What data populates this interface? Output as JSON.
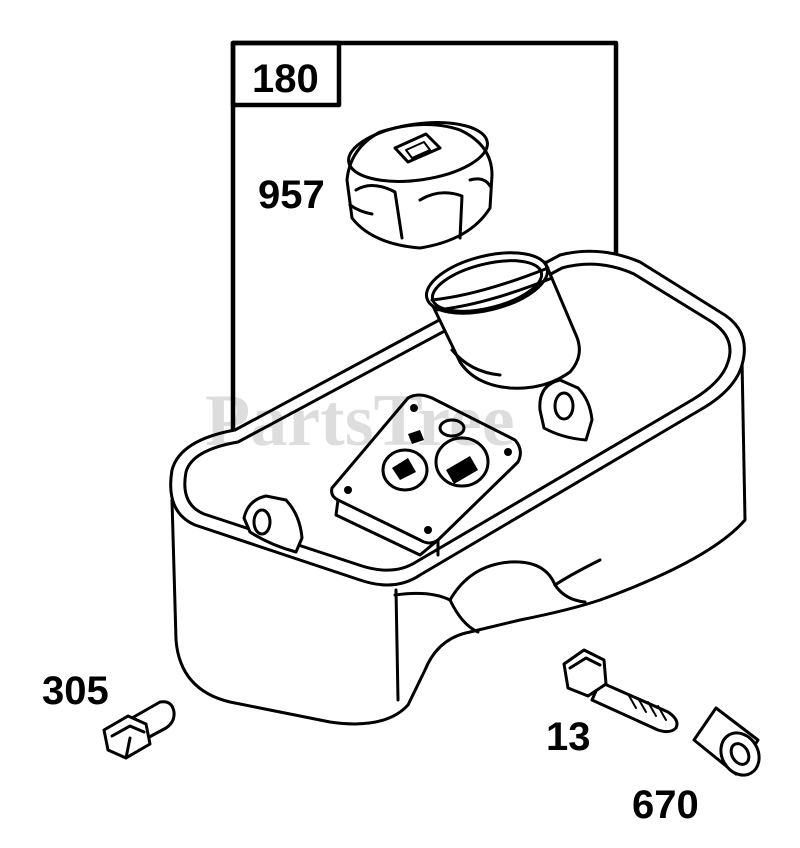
{
  "diagram": {
    "watermark": "PartsTree",
    "labels": {
      "kit_180": "180",
      "cap_957": "957",
      "screw_305": "305",
      "bolt_13": "13",
      "spacer_670": "670"
    }
  }
}
